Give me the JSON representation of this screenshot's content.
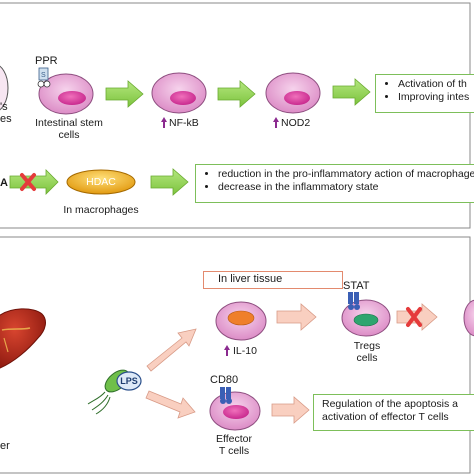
{
  "top_panel": {
    "left_cut_text_1": "'s",
    "left_cut_text_2": "es",
    "ppr_label": "PPR",
    "intestinal_label_1": "Intestinal stem",
    "intestinal_label_2": "cells",
    "nfkb_label": "NF-kB",
    "nod2_label": "NOD2",
    "outcome_1": "Activation of th",
    "outcome_2": "Improving intes",
    "left_cut_a": "A",
    "hdac_label": "HDAC",
    "hdac_caption": "In macrophages",
    "hdac_outcome_1": "reduction in the pro-inflammatory action of macrophage",
    "hdac_outcome_2": "decrease in the inflammatory state"
  },
  "bottom_panel": {
    "liver_tissue_label": "In liver tissue",
    "stat_label": "STAT",
    "il10_label": "IL-10",
    "tregs_label_1": "Tregs",
    "tregs_label_2": "cells",
    "lps_label": "LPS",
    "cd80_label": "CD80",
    "effector_label_1": "Effector",
    "effector_label_2": "T cells",
    "regulation_1": "Regulation of the apoptosis a",
    "regulation_2": "activation of effector T cells",
    "left_cut_er": "er"
  },
  "colors": {
    "cell_fill": "#e9a3d3",
    "nucleus_fill": "#d43a9b",
    "green_arrow": "#8fd14f",
    "peach_arrow": "#f9cfc0",
    "up_arrow": "#8b2a8f",
    "inhibit_x": "#e53b3b",
    "hdac_fill": "#f2b21c",
    "liver_fill": "#b5261a",
    "treg_nucleus": "#2ea56f",
    "orange_nucleus": "#ef7f2a",
    "receptor_blue": "#3a5fb5"
  }
}
